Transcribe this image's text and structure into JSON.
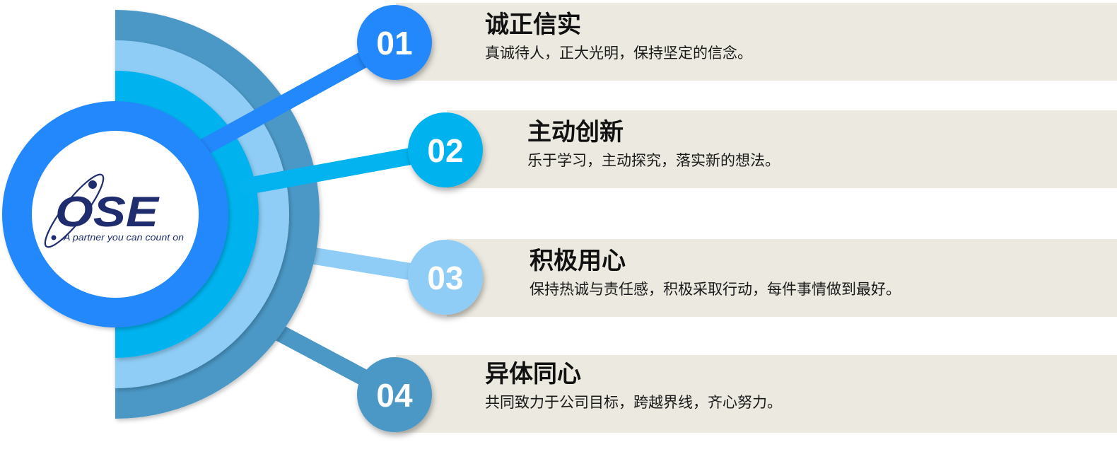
{
  "logo": {
    "name": "OSE",
    "tagline": "A partner you can count on",
    "color": "#1f2c6e"
  },
  "colors": {
    "ring_outer": "#4b98c6",
    "ring_second": "#8fcdf6",
    "ring_third": "#02b3ef",
    "ring_inner": "#2288fb",
    "band": "#eceae0"
  },
  "values": [
    {
      "number": "01",
      "title": "诚正信实",
      "description": "真诚待人，正大光明，保持坚定的信念。",
      "color": "#2288fb"
    },
    {
      "number": "02",
      "title": "主动创新",
      "description": "乐于学习，主动探究，落实新的想法。",
      "color": "#02b3ef"
    },
    {
      "number": "03",
      "title": "积极用心",
      "description": "保持热诚与责任感，积极采取行动，每件事情做到最好。",
      "color": "#8fcdf6"
    },
    {
      "number": "04",
      "title": "异体同心",
      "description": "共同致力于公司目标，跨越界线，齐心努力。",
      "color": "#4b98c6"
    }
  ]
}
